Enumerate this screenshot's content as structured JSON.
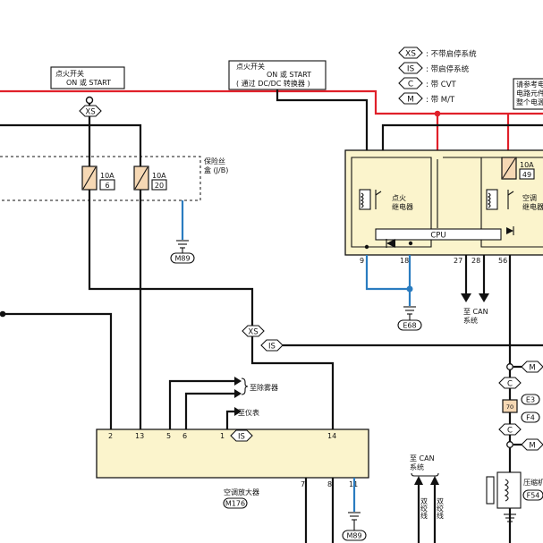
{
  "legend": [
    {
      "code": "XS",
      "text": ": 不带启停系统"
    },
    {
      "code": "IS",
      "text": ": 带启停系统"
    },
    {
      "code": "C",
      "text": ": 带 CVT"
    },
    {
      "code": "M",
      "text": ": 带 M/T"
    }
  ],
  "ign_switch_1": {
    "line1": "点火开关",
    "line2": "ON 或 START"
  },
  "ign_switch_2": {
    "line1": "点火开关",
    "line2": "ON 或 START",
    "line3": "( 通过 DC/DC 转换器 )"
  },
  "note": {
    "line1": "请参考电",
    "line2": "电路元件",
    "line3": "整个电源"
  },
  "fuse_block": {
    "line1": "保险丝",
    "line2": "盒 (J/B)"
  },
  "fuses": [
    {
      "rating": "10A",
      "number": "6"
    },
    {
      "rating": "10A",
      "number": "20"
    },
    {
      "rating": "10A",
      "number": "49"
    }
  ],
  "relays": {
    "ignition_1": "点火",
    "ignition_2": "继电器",
    "ac_1": "空调",
    "ac_2": "继电器"
  },
  "cpu_label": "CPU",
  "relay_pins": [
    "9",
    "18",
    "27",
    "28",
    "56"
  ],
  "can_label_1": {
    "line1": "至 CAN",
    "line2": "系统"
  },
  "can_label_2": {
    "line1": "至 CAN",
    "line2": "系统"
  },
  "grounds": [
    "M89",
    "E68",
    "M89"
  ],
  "tags": {
    "xs": "XS",
    "is": "IS",
    "c": "C",
    "m": "M"
  },
  "connectors": {
    "e3": "E3",
    "f4": "F4",
    "f54": "F54",
    "m176": "M176"
  },
  "to_defogger": "至除雾器",
  "to_meter": "至仪表",
  "amp_pins_top": [
    "2",
    "13",
    "5",
    "6",
    "1",
    "14"
  ],
  "amp_pins_bottom": [
    "7",
    "8",
    "11"
  ],
  "amp_label": "空调放大器",
  "compressor_label": "压缩机",
  "wire_color": "双绞线",
  "small_box": "70",
  "colors": {
    "wire": "#111111",
    "power": "#e0202a",
    "ground": "#2a7cc0",
    "unit": "#fbf4cc",
    "fuse": "#f6d8b4"
  }
}
